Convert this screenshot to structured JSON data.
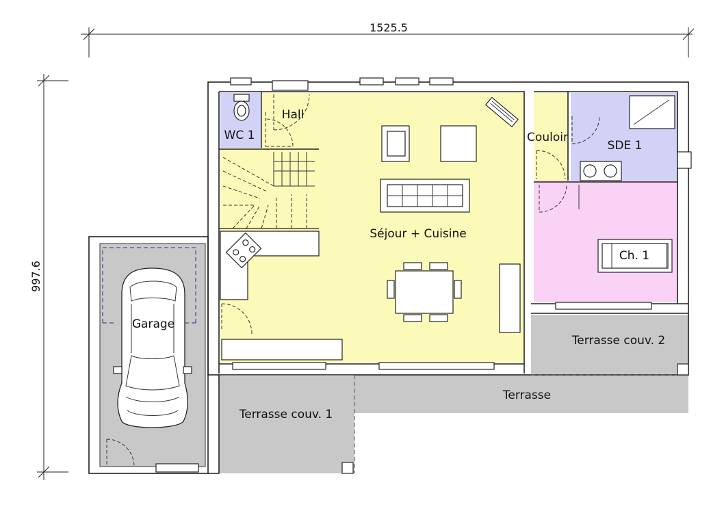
{
  "dimensions": {
    "width_label": "1525.5",
    "height_label": "997.6"
  },
  "rooms": {
    "wc": "WC 1",
    "hall": "Hall",
    "sejour": "Séjour + Cuisine",
    "couloir": "Couloir",
    "sde": "SDE 1",
    "chambre": "Ch. 1",
    "garage": "Garage",
    "terrasse_couv_1": "Terrasse couv. 1",
    "terrasse_couv_2": "Terrasse couv. 2",
    "terrasse": "Terrasse"
  },
  "colors": {
    "yellow": "#fcfab9",
    "blue": "#d2d2f7",
    "pink": "#f9d2f5",
    "grey": "#c8c8c8",
    "wall": "#222222"
  }
}
